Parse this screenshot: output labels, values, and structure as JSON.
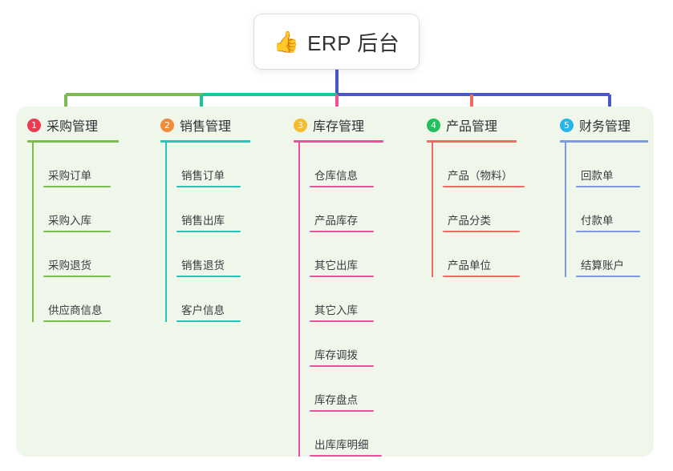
{
  "root": {
    "icon": "thumbs-up-icon",
    "emoji": "👍",
    "title": "ERP 后台"
  },
  "colors": {
    "canvas": "#ffffff",
    "panel": "#eef7ea",
    "root_card": "#ffffff",
    "trunk": "#4a56c4",
    "branch_left": "#16c79a",
    "branch_right": "#4a56c4"
  },
  "branches": [
    {
      "number": "1",
      "title": "采购管理",
      "badge_color": "#eb3b52",
      "line_color": "#7cbb4f",
      "connector_color": "#7cbb4f",
      "items": [
        {
          "label": "采购订单"
        },
        {
          "label": "采购入库"
        },
        {
          "label": "采购退货"
        },
        {
          "label": "供应商信息"
        }
      ]
    },
    {
      "number": "2",
      "title": "销售管理",
      "badge_color": "#f08b3c",
      "line_color": "#27c3b4",
      "connector_color": "#16c79a",
      "items": [
        {
          "label": "销售订单"
        },
        {
          "label": "销售出库"
        },
        {
          "label": "销售退货"
        },
        {
          "label": "客户信息"
        }
      ]
    },
    {
      "number": "3",
      "title": "库存管理",
      "badge_color": "#f7bb2e",
      "line_color": "#ee4e9b",
      "connector_color": "#ee4e9b",
      "items": [
        {
          "label": "仓库信息"
        },
        {
          "label": "产品库存"
        },
        {
          "label": "其它出库"
        },
        {
          "label": "其它入库"
        },
        {
          "label": "库存调拨"
        },
        {
          "label": "库存盘点"
        },
        {
          "label": "出库库明细"
        }
      ]
    },
    {
      "number": "4",
      "title": "产品管理",
      "badge_color": "#22bf5b",
      "line_color": "#f06a63",
      "connector_color": "#f06a63",
      "items": [
        {
          "label": "产品（物料）"
        },
        {
          "label": "产品分类"
        },
        {
          "label": "产品单位"
        }
      ]
    },
    {
      "number": "5",
      "title": "财务管理",
      "badge_color": "#27b4e8",
      "line_color": "#7d9ade",
      "connector_color": "#4a56c4",
      "items": [
        {
          "label": "回款单"
        },
        {
          "label": "付款单"
        },
        {
          "label": "结算账户"
        }
      ]
    }
  ]
}
